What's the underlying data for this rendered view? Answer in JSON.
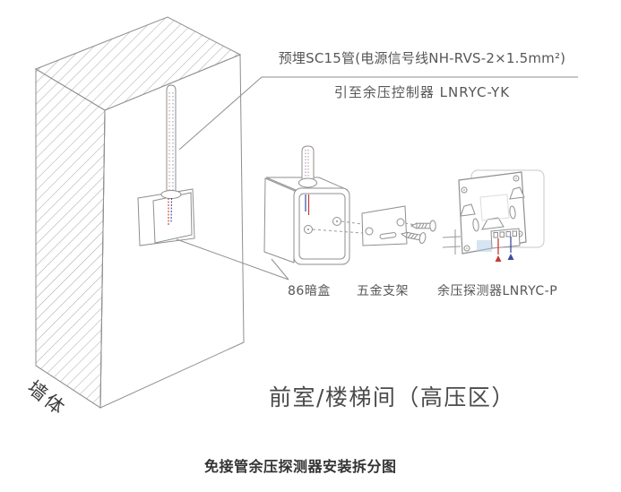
{
  "diagram": {
    "callout": {
      "line1": "预埋SC15管(电源信号线NH-RVS-2×1.5mm²)",
      "line2": "引至余压控制器 LNRYC-YK"
    },
    "wall_label": "墙体",
    "part_labels": {
      "junction_box": "86暗盒",
      "bracket": "五金支架",
      "detector": "余压探测器LNRYC-P"
    },
    "location_label": "前室/楼梯间（高压区）",
    "caption": "免接管余压探测器安装拆分图",
    "colors": {
      "line": "#8f8f8f",
      "text": "#565656",
      "wire_red": "#c23b34",
      "wire_blue": "#3c4c9e",
      "shadow_plate": "#c7c7c7"
    }
  }
}
